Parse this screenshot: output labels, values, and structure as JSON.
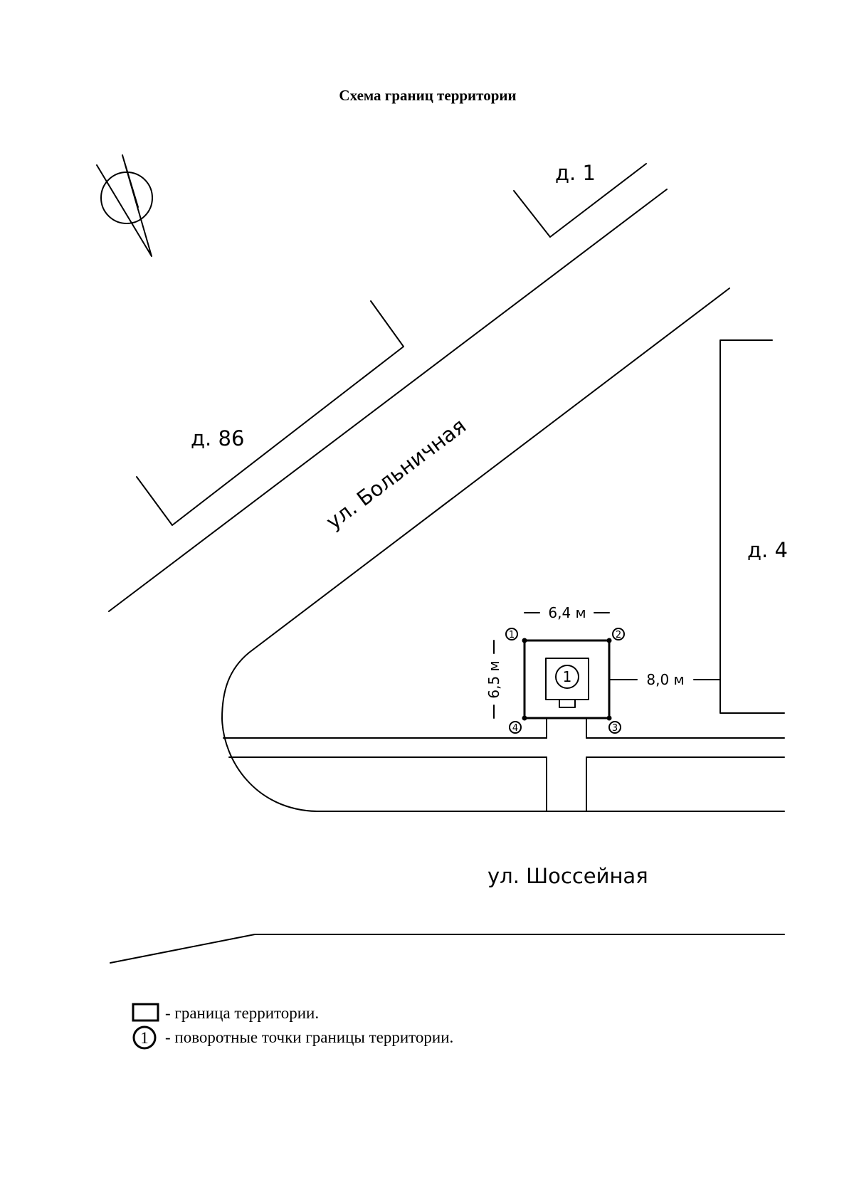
{
  "title": "Схема границ территории",
  "buildings": {
    "b1": "д. 1",
    "b86": "д. 86",
    "b4": "д. 4"
  },
  "streets": {
    "bolnichnaya": "ул. Больничная",
    "shosseynaya": "ул. Шоссейная"
  },
  "dimensions": {
    "width": "6,4 м",
    "height": "6,5 м",
    "distance": "8,0 м"
  },
  "object_number": "1",
  "points": [
    "1",
    "2",
    "3",
    "4"
  ],
  "legend": {
    "boundary": "- граница территории.",
    "points": "- поворотные точки границы территории."
  },
  "legend_marker_number": "1",
  "icons": {
    "north_arrow": "north-arrow-icon"
  }
}
